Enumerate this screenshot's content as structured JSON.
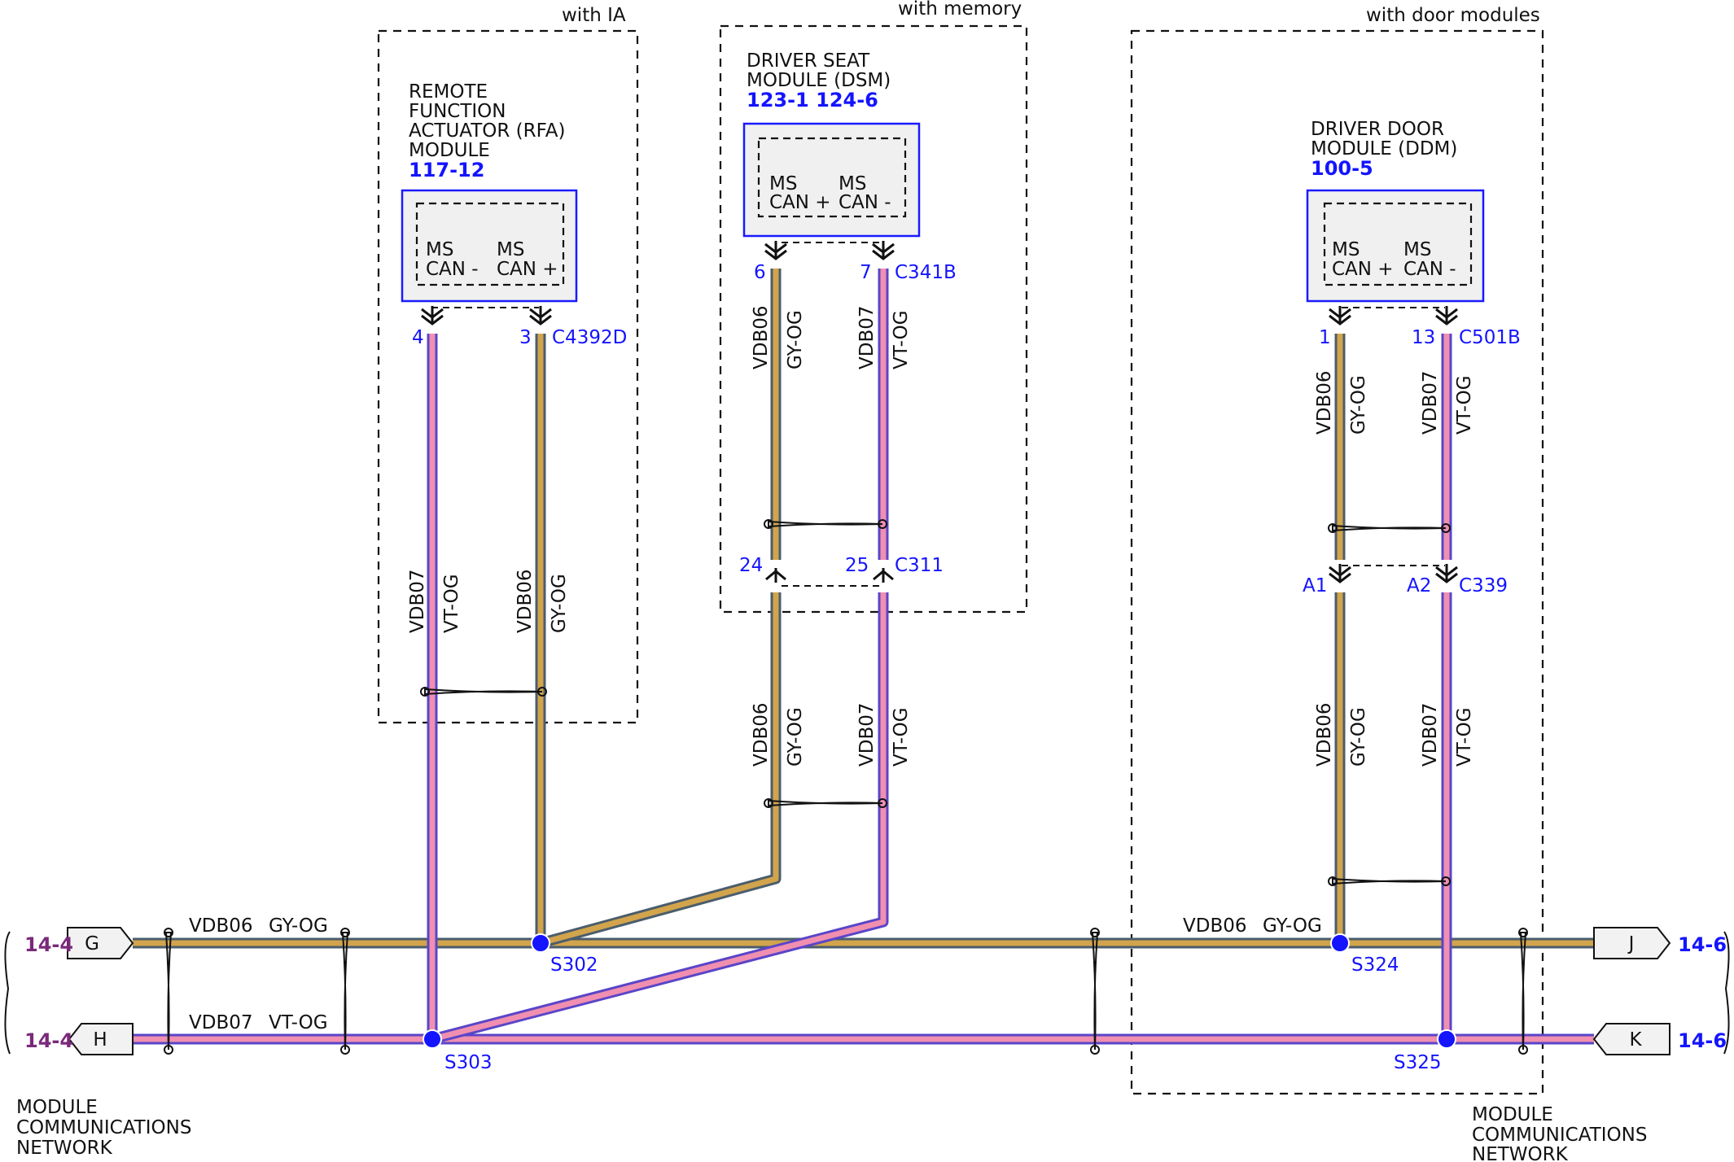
{
  "colors": {
    "wire_pink": "#f08fb0",
    "wire_pink_edge": "#5a45c8",
    "wire_gyog_core": "#d2a44c",
    "wire_gyog_edge": "#4b5d6c",
    "module_border": "#1a1aff",
    "module_fill": "#f0f0f0",
    "label_blue": "#1414ff",
    "label_purple": "#7a2a7a",
    "splice_blue": "#1414ff"
  },
  "options": {
    "ia": "with IA",
    "memory": "with memory",
    "door": "with door modules"
  },
  "rfa": {
    "name": [
      "REMOTE",
      "FUNCTION",
      "ACTUATOR (RFA)",
      "MODULE"
    ],
    "ref": "117-12",
    "pin_left": [
      "MS",
      "CAN -"
    ],
    "pin_right": [
      "MS",
      "CAN +"
    ],
    "pin_left_no": "4",
    "pin_right_no": "3",
    "connector": "C4392D",
    "wire_left": {
      "circuit": "VDB07",
      "color": "VT-OG"
    },
    "wire_right": {
      "circuit": "VDB06",
      "color": "GY-OG"
    }
  },
  "dsm": {
    "name": [
      "DRIVER SEAT",
      "MODULE (DSM)"
    ],
    "ref": "123-1 124-6",
    "pin_left": [
      "MS",
      "CAN +"
    ],
    "pin_right": [
      "MS",
      "CAN -"
    ],
    "pin_left_no": "6",
    "pin_right_no": "7",
    "connector": "C341B",
    "inline_left_no": "24",
    "inline_right_no": "25",
    "inline_connector": "C311",
    "wire_left": {
      "circuit": "VDB06",
      "color": "GY-OG"
    },
    "wire_right": {
      "circuit": "VDB07",
      "color": "VT-OG"
    }
  },
  "ddm": {
    "name": [
      "DRIVER DOOR",
      "MODULE (DDM)"
    ],
    "ref": "100-5",
    "pin_left": [
      "MS",
      "CAN +"
    ],
    "pin_right": [
      "MS",
      "CAN -"
    ],
    "pin_left_no": "1",
    "pin_right_no": "13",
    "connector": "C501B",
    "inline_left_no": "A1",
    "inline_right_no": "A2",
    "inline_connector": "C339",
    "wire_left": {
      "circuit": "VDB06",
      "color": "GY-OG"
    },
    "wire_right": {
      "circuit": "VDB07",
      "color": "VT-OG"
    }
  },
  "bus": {
    "gyog_circuit": "VDB06",
    "gyog_color": "GY-OG",
    "vtog_circuit": "VDB07",
    "vtog_color": "VT-OG",
    "gyog_circuit_right": "VDB06",
    "gyog_color_right": "GY-OG"
  },
  "splices": {
    "s302": "S302",
    "s303": "S303",
    "s324": "S324",
    "s325": "S325"
  },
  "flags": {
    "g": "G",
    "h": "H",
    "j": "J",
    "k": "K",
    "left_ref_top": "14-4",
    "left_ref_bottom": "14-4",
    "right_ref_top": "14-6",
    "right_ref_bottom": "14-6"
  },
  "footer": {
    "left": [
      "MODULE",
      "COMMUNICATIONS",
      "NETWORK"
    ],
    "right": [
      "MODULE",
      "COMMUNICATIONS",
      "NETWORK"
    ]
  }
}
